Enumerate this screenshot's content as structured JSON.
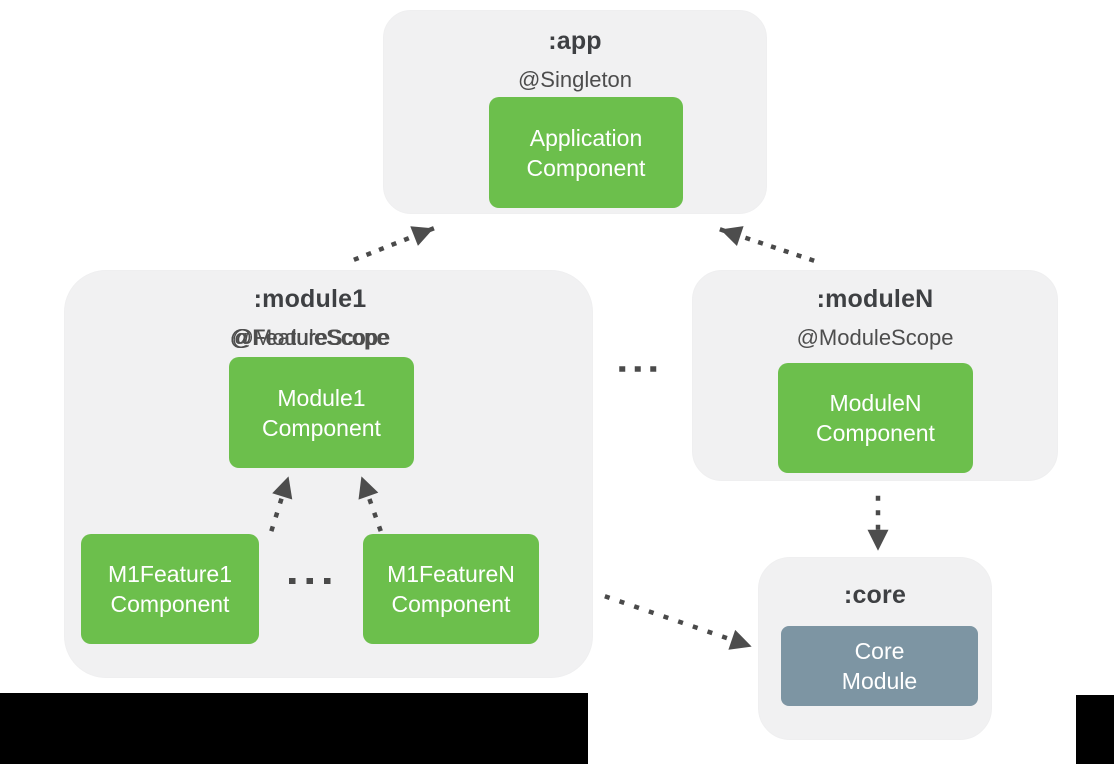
{
  "diagram": {
    "app": {
      "title": ":app",
      "scope_label": "@Singleton",
      "component": {
        "line1": "Application",
        "line2": "Component"
      }
    },
    "module1": {
      "title": ":module1",
      "scope_label": "@ModuleScope",
      "component": {
        "line1": "Module1",
        "line2": "Component"
      },
      "feature1": {
        "scope_label": "@FeatureScope",
        "component": {
          "line1": "M1Feature1",
          "line2": "Component"
        }
      },
      "featureN": {
        "scope_label": "@FeatureScope",
        "component": {
          "line1": "M1FeatureN",
          "line2": "Component"
        }
      }
    },
    "moduleN": {
      "title": ":moduleN",
      "scope_label": "@ModuleScope",
      "component": {
        "line1": "ModuleN",
        "line2": "Component"
      }
    },
    "core": {
      "title": ":core",
      "component": {
        "line1": "Core",
        "line2": "Module"
      }
    },
    "colors": {
      "component_green": "#6cbf4c",
      "core_module_slate": "#7d95a3",
      "group_background": "#f1f1f2",
      "title_text": "#3e4043",
      "scope_text": "#4d4d4d",
      "arrow_gray": "#4a4a4a",
      "component_text": "#ffffff",
      "page_background": "#ffffff",
      "letterbox": "#000000"
    }
  }
}
